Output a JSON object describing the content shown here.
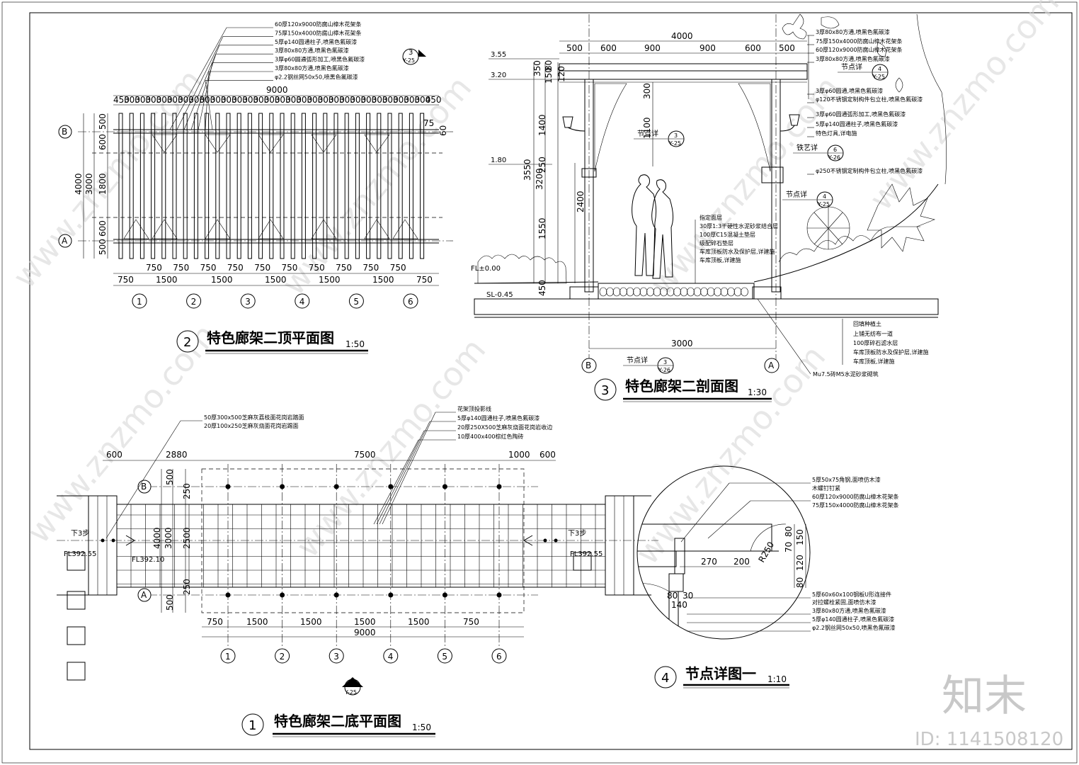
{
  "sheet": {
    "border_color": "#000000",
    "watermark_text": "www.znzmo.com",
    "logo_text": "知末",
    "id_text": "ID: 1141508120"
  },
  "drawings": {
    "top_plan": {
      "number": "2",
      "title": "特色廊架二顶平面图",
      "scale": "1:50",
      "notes": [
        "60厚120x9000防腐山樟木花架条",
        "75厚150x4000防腐山樟木花架条",
        "5厚φ140圆通柱子,喷黑色氟碳漆",
        "3厚80x80方通,喷黑色氟碳漆",
        "3厚φ60圆通弧形加工,喷黑色氟碳漆",
        "3厚80x80方通,喷黑色氟碳漆",
        "φ2.2钢丝网50x50,喷黑色氟碳漆"
      ],
      "dim_total_top": "9000",
      "dim_top_segments": [
        "450",
        "300",
        "300",
        "300",
        "300",
        "300",
        "300",
        "300",
        "300",
        "300",
        "300",
        "300",
        "300",
        "300",
        "300",
        "300",
        "300",
        "300",
        "300",
        "300",
        "300",
        "300",
        "300",
        "300",
        "300",
        "300",
        "300",
        "300",
        "300",
        "450"
      ],
      "dim_left_total": "4000",
      "dim_left_mid": "3000",
      "dim_left_segments": [
        "500",
        "600",
        "1800",
        "600",
        "500"
      ],
      "dim_small_right": [
        "75",
        "60"
      ],
      "dim_bottom_inner": [
        "750",
        "750",
        "750",
        "750",
        "750",
        "750",
        "750",
        "750",
        "750",
        "750"
      ],
      "dim_bottom_outer": [
        "750",
        "1500",
        "1500",
        "1500",
        "1500",
        "1500",
        "750"
      ],
      "axis_rows": [
        "B",
        "A"
      ],
      "axis_cols": [
        "1",
        "2",
        "3",
        "4",
        "5",
        "6"
      ],
      "callout": {
        "num": "3",
        "ref": "Y-25"
      }
    },
    "section": {
      "number": "3",
      "title": "特色廊架二剖面图",
      "scale": "1:30",
      "dim_total": "4000",
      "dim_segments": [
        "500",
        "600",
        "900",
        "900",
        "600",
        "500"
      ],
      "level_marks": [
        "3.55",
        "3.20",
        "1.80",
        "FL±0.00",
        "SL-0.45"
      ],
      "vertical_dims": [
        "350",
        "80",
        "150",
        "120",
        "1400",
        "3550",
        "3200",
        "250",
        "2400",
        "1550",
        "450",
        "300",
        "1100"
      ],
      "base_dim": "3000",
      "axis_labels": [
        "B",
        "A"
      ],
      "notes_right": [
        "3厚80x80方通,喷黑色氟碳漆",
        "75厚150x4000防腐山樟木花架条",
        "60厚120x9000防腐山樟木花架条",
        "3厚80x80方通,喷黑色氟碳漆",
        "3厚φ60圆通,喷黑色氟碳漆",
        "φ120不锈钢定制构件包立柱,喷黑色氟碳漆",
        "3厚φ60圆通弧形加工,喷黑色氟碳漆",
        "5厚φ140圆通柱子,喷黑色氟碳漆",
        "特色灯具,详电施",
        "φ250不锈钢定制构件包立柱,喷黑色氟碳漆"
      ],
      "notes_mid": [
        "指定面层",
        "30厚1:3干硬性水泥砂浆结合层",
        "100厚C15混凝土垫层",
        "级配碎石垫层",
        "车库顶板防水及保护层,详建施",
        "车库顶板,详建施"
      ],
      "notes_bottom": [
        "回填种植土",
        "上铺无纺布一道",
        "100厚碎石滤水层",
        "车库顶板防水及保护层,详建施",
        "车库顶板,详建施",
        "Mu7.5砖M5水泥砂浆砌筑"
      ],
      "detail_labels": [
        {
          "text": "节点详",
          "num": "4",
          "ref": "Y-25"
        },
        {
          "text": "节点详",
          "num": "3",
          "ref": "Y-25"
        },
        {
          "text": "铁艺详",
          "num": "6",
          "ref": "Y-26"
        },
        {
          "text": "节点详",
          "num": "4",
          "ref": "Y-25"
        },
        {
          "text": "节点详",
          "num": "3",
          "ref": "Y-26"
        }
      ]
    },
    "base_plan": {
      "number": "1",
      "title": "特色廊架二底平面图",
      "scale": "1:50",
      "notes_left": [
        "50厚300x500芝麻灰荔枝面花岗岩踏面",
        "20厚100x250芝麻灰烧面花岗岩踢面"
      ],
      "notes_right": [
        "花架顶投影线",
        "5厚φ140圆通柱子,喷黑色氟碳漆",
        "20厚250X500芝麻灰烧面花岗岩收边",
        "10厚400x400棕红色陶砖"
      ],
      "dim_top": [
        "600",
        "2880",
        "7500",
        "1000",
        "600"
      ],
      "dim_left": [
        "500",
        "250",
        "4000",
        "3000",
        "2500",
        "250",
        "500"
      ],
      "dim_bottom_inner": [
        "750",
        "1500",
        "1500",
        "1500",
        "1500",
        "750"
      ],
      "dim_bottom_total": "9000",
      "levels": [
        "FL392.55",
        "FL392.10",
        "FL392.55"
      ],
      "steps": [
        "下3步",
        "下3步"
      ],
      "axis_rows": [
        "B",
        "A"
      ],
      "axis_cols": [
        "1",
        "2",
        "3",
        "4",
        "5",
        "6"
      ],
      "callout": {
        "num": "1",
        "ref": "Y-25"
      }
    },
    "detail": {
      "number": "4",
      "title": "节点详图一",
      "scale": "1:10",
      "notes_top": [
        "5厚50x75角钢,面喷仿木漆",
        "木螺钉钉紧",
        "60厚120x9000防腐山樟木花架条",
        "75厚150x4000防腐山樟木花架条"
      ],
      "notes_bottom": [
        "5厚60x60x100钢板U形连接件",
        "对拉螺栓紧固,面喷仿木漆",
        "3厚80x80方通,喷黑色氟碳漆",
        "5厚φ140圆通柱子,喷黑色氟碳漆",
        "φ2.2钢丝网50x50,喷黑色氟碳漆"
      ],
      "dims": [
        "270",
        "200",
        "R250",
        "70",
        "80",
        "150",
        "120",
        "80",
        "80",
        "30",
        "140"
      ]
    }
  }
}
